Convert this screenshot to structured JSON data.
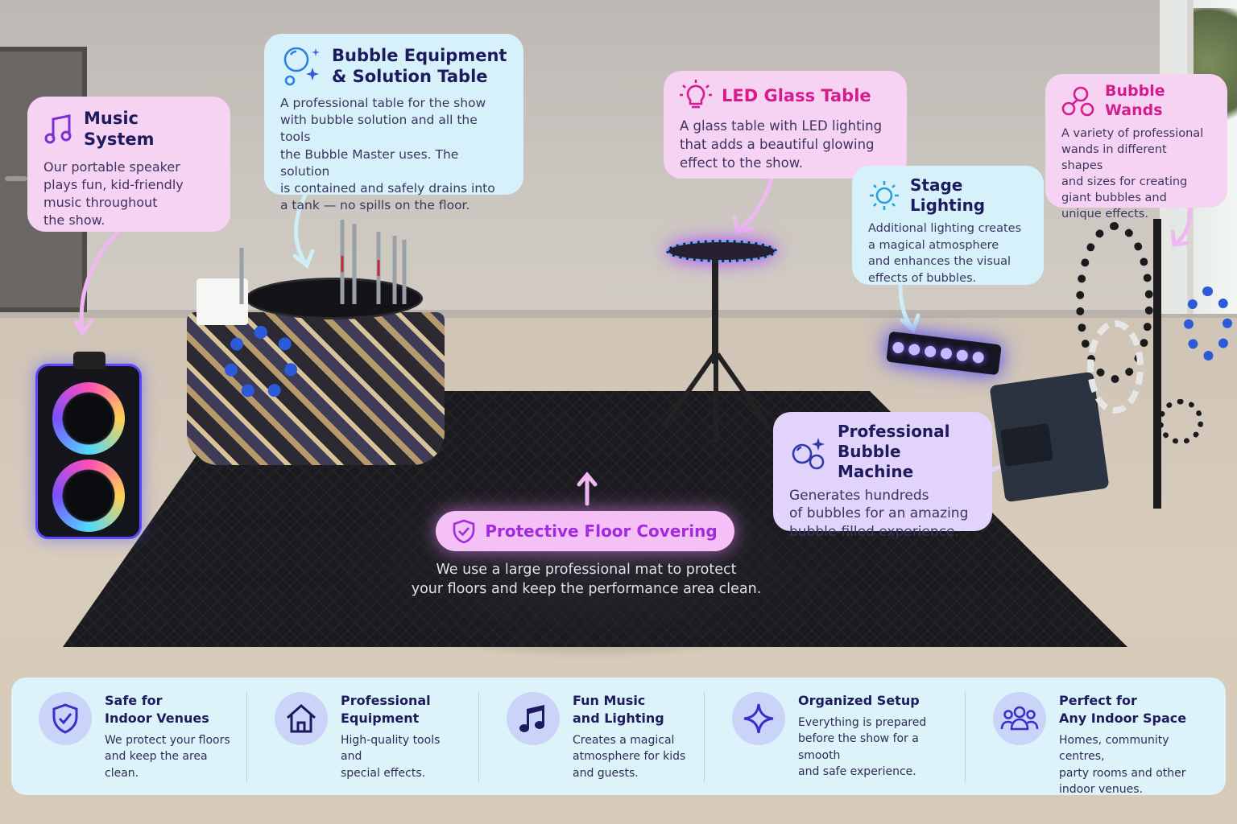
{
  "callouts": {
    "music": {
      "title": "Music System",
      "body": [
        "Our portable speaker",
        "plays fun, kid-friendly",
        "music throughout",
        "the show."
      ],
      "icon": "music-note-icon"
    },
    "bubble_table": {
      "title": [
        "Bubble Equipment",
        "& Solution Table"
      ],
      "body": [
        "A professional table for the show",
        "with bubble solution and all the tools",
        "the Bubble Master uses. The solution",
        "is contained and safely drains into",
        "a tank — no spills on the floor."
      ],
      "icon": "bubbles-sparkle-icon"
    },
    "led_table": {
      "title": "LED Glass Table",
      "body": [
        "A glass table with LED lighting",
        "that adds a beautiful glowing",
        "effect to the show."
      ],
      "icon": "light-bulb-icon"
    },
    "stage_lighting": {
      "title": "Stage Lighting",
      "body": [
        "Additional lighting creates",
        "a magical atmosphere",
        "and enhances the visual",
        "effects of bubbles."
      ],
      "icon": "sun-icon"
    },
    "bubble_wands": {
      "title": "Bubble Wands",
      "body": [
        "A variety of professional",
        "wands in different shapes",
        "and sizes for creating",
        "giant bubbles and",
        "unique effects."
      ],
      "icon": "wand-rings-icon"
    },
    "bubble_machine": {
      "title": [
        "Professional",
        "Bubble Machine"
      ],
      "body": [
        "Generates hundreds",
        "of bubbles for an amazing",
        "bubble-filled experience."
      ],
      "icon": "bubbles-icon"
    },
    "floor": {
      "title": "Protective Floor Covering",
      "body": [
        "We use a large professional mat to protect",
        "your floors and keep the performance area clean."
      ],
      "icon": "shield-check-icon"
    }
  },
  "features": [
    {
      "title": [
        "Safe for",
        "Indoor Venues"
      ],
      "body": [
        "We protect your floors",
        "and keep the area clean."
      ],
      "icon": "shield-check-icon"
    },
    {
      "title": [
        "Professional",
        "Equipment"
      ],
      "body": [
        "High-quality tools and",
        "special effects."
      ],
      "icon": "house-icon"
    },
    {
      "title": [
        "Fun Music",
        "and Lighting"
      ],
      "body": [
        "Creates a magical",
        "atmosphere for kids",
        "and guests."
      ],
      "icon": "music-note-icon"
    },
    {
      "title": [
        "Organized Setup"
      ],
      "body": [
        "Everything is prepared",
        "before the show for a smooth",
        "and safe experience."
      ],
      "icon": "sparkle-icon"
    },
    {
      "title": [
        "Perfect for",
        "Any Indoor Space"
      ],
      "body": [
        "Homes, community centres,",
        "party rooms and other",
        "indoor venues."
      ],
      "icon": "people-group-icon"
    }
  ],
  "colors": {
    "navy": "#1e1a5e",
    "magenta": "#d51c8e",
    "purple": "#a22ae0",
    "pink_card": "#f7d3f3",
    "blue_card": "#d6f1fa",
    "lavender_card": "#e1d3f9"
  }
}
